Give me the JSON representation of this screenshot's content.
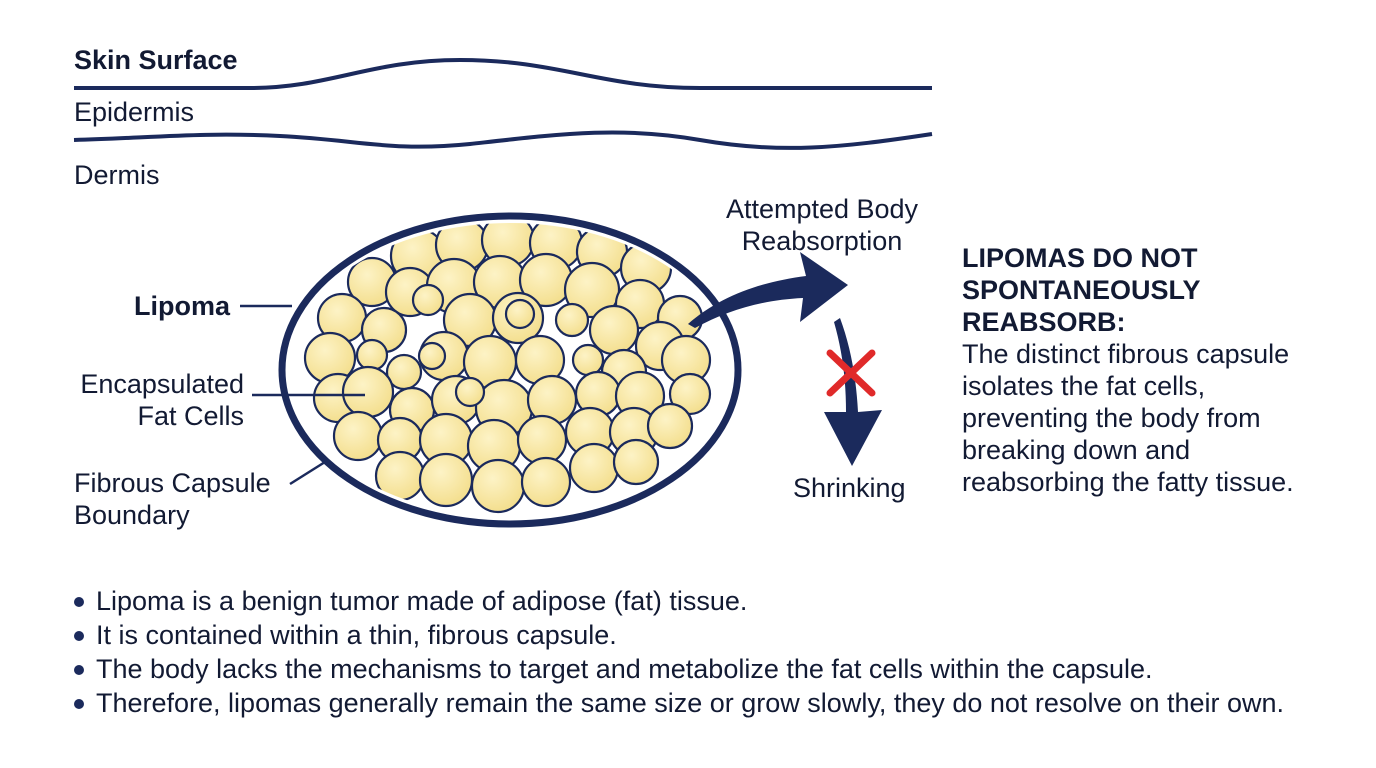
{
  "layers": {
    "skin_surface": "Skin Surface",
    "epidermis": "Epidermis",
    "dermis": "Dermis"
  },
  "labels": {
    "lipoma": "Lipoma",
    "encapsulated_line1": "Encapsulated",
    "encapsulated_line2": "Fat Cells",
    "fibrous_line1": "Fibrous Capsule",
    "fibrous_line2": "Boundary",
    "attempted_line1": "Attempted Body",
    "attempted_line2": "Reabsorption",
    "shrinking": "Shrinking"
  },
  "callout": {
    "title_line1": "LIPOMAS DO NOT",
    "title_line2": "SPONTANEOUSLY",
    "title_line3": "REABSORB:",
    "body_line1": "The distinct fibrous capsule",
    "body_line2": "isolates the fat cells,",
    "body_line3": "preventing the body from",
    "body_line4": "breaking down and",
    "body_line5": "reabsorbing the fatty tissue."
  },
  "facts": [
    "Lipoma is a benign tumor made of adipose (fat) tissue.",
    "It is contained within a thin, fibrous capsule.",
    "The body lacks the mechanisms to target and metabolize the fat cells within the capsule.",
    "Therefore, lipomas generally remain the same size or grow slowly, they do not resolve on their own."
  ],
  "colors": {
    "navy": "#1b2a5c",
    "fat_fill": "#f7e7a3",
    "cross_red": "#e02a2a"
  },
  "icons": {
    "reabsorption_arrow": "curved-arrow-right",
    "shrinking_arrow": "arrow-down",
    "blocked_mark": "red-x"
  }
}
